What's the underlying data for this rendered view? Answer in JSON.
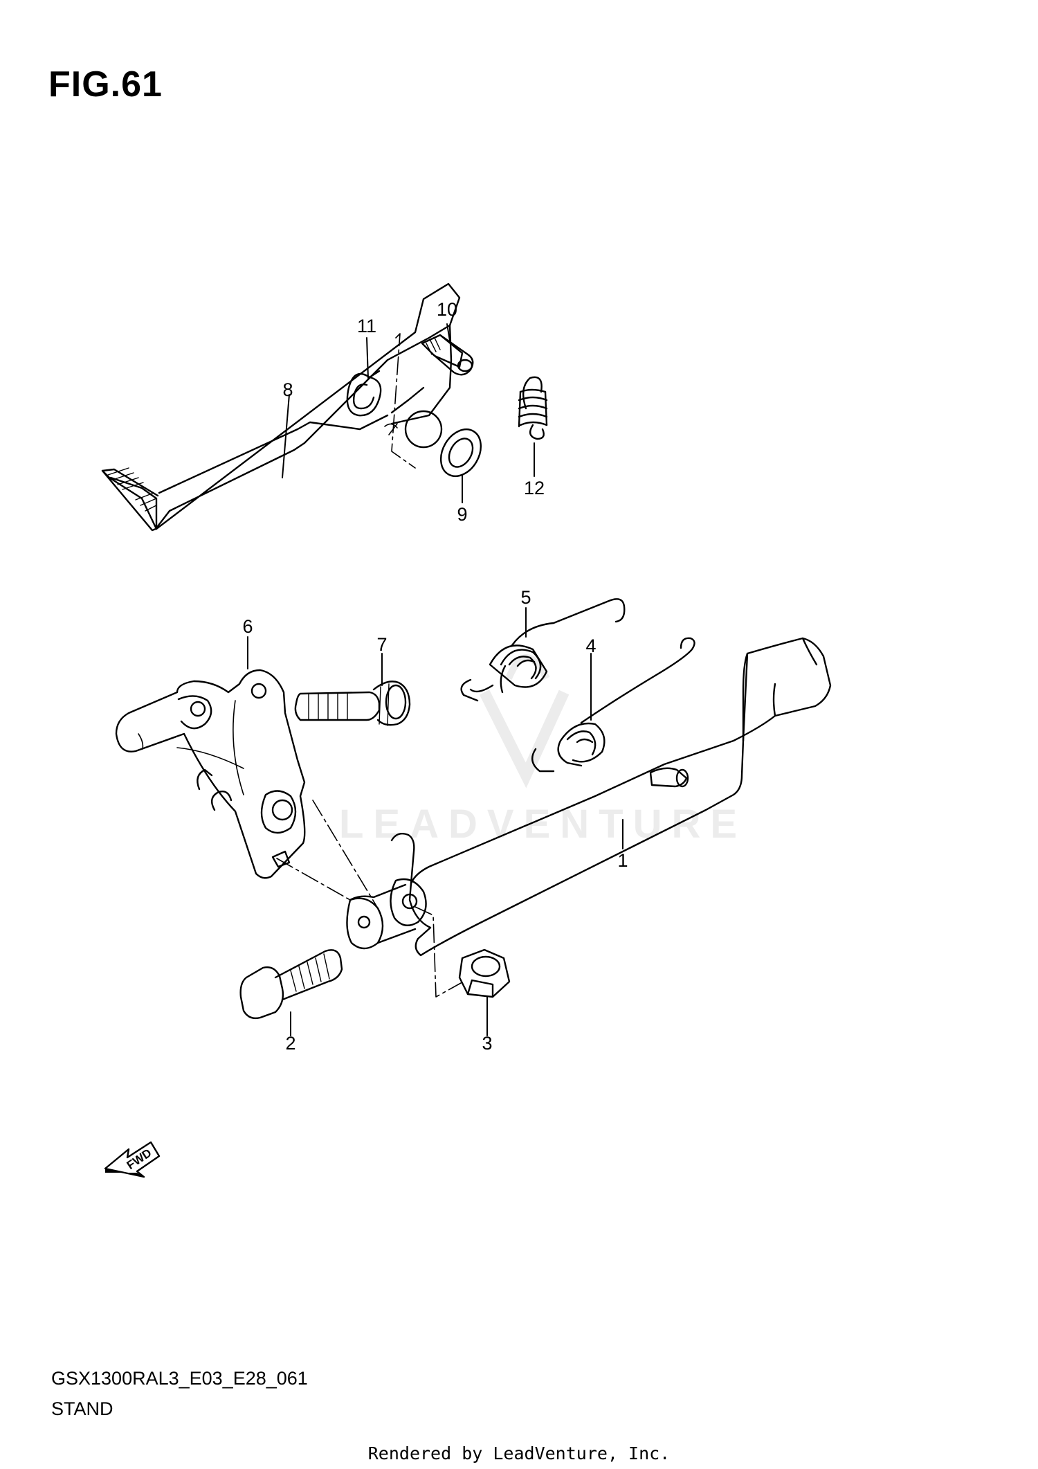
{
  "figure": {
    "title": "FIG.61",
    "code": "GSX1300RAL3_E03_E28_061",
    "caption": "STAND"
  },
  "watermark": {
    "text": "LEADVENTURE"
  },
  "forward_marker": {
    "label": "FWD",
    "icon": "fwd-arrow-icon"
  },
  "callouts": [
    {
      "id": "1",
      "part": "side-stand-bar"
    },
    {
      "id": "2",
      "part": "pivot-bolt"
    },
    {
      "id": "3",
      "part": "nut"
    },
    {
      "id": "4",
      "part": "spring"
    },
    {
      "id": "5",
      "part": "spring"
    },
    {
      "id": "6",
      "part": "bracket"
    },
    {
      "id": "7",
      "part": "bolt"
    },
    {
      "id": "8",
      "part": "lever"
    },
    {
      "id": "9",
      "part": "washer"
    },
    {
      "id": "10",
      "part": "pin"
    },
    {
      "id": "11",
      "part": "clip"
    },
    {
      "id": "12",
      "part": "spring"
    }
  ],
  "footer": "Rendered by LeadVenture, Inc."
}
